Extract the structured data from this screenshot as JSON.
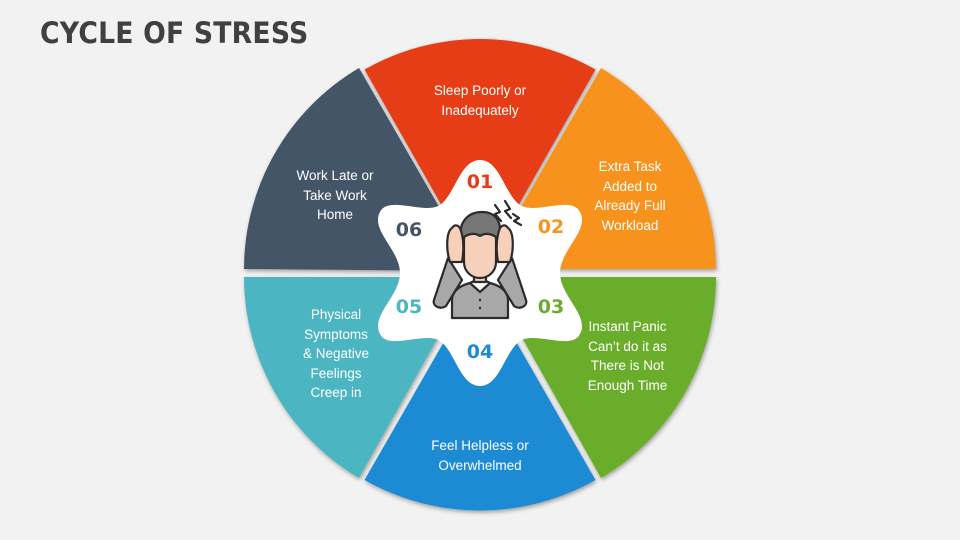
{
  "title": "CYCLE OF STRESS",
  "center_icon": "stressed-person-holding-head-icon",
  "steps": [
    {
      "number": "01",
      "label": "Sleep Poorly or\nInadequately",
      "color": "#e63c17"
    },
    {
      "number": "02",
      "label": "Extra Task\nAdded to\nAlready Full\nWorkload",
      "color": "#f7931e"
    },
    {
      "number": "03",
      "label": "Instant Panic\nCan’t do it as\nThere is Not\nEnough Time",
      "color": "#6aad2b"
    },
    {
      "number": "04",
      "label": "Feel Helpless or\nOverwhelmed",
      "color": "#1a8bd4"
    },
    {
      "number": "05",
      "label": "Physical\nSymptoms\n& Negative\nFeelings\nCreep in",
      "color": "#4cb6c2"
    },
    {
      "number": "06",
      "label": "Work Late or\nTake Work\nHome",
      "color": "#445468"
    }
  ]
}
